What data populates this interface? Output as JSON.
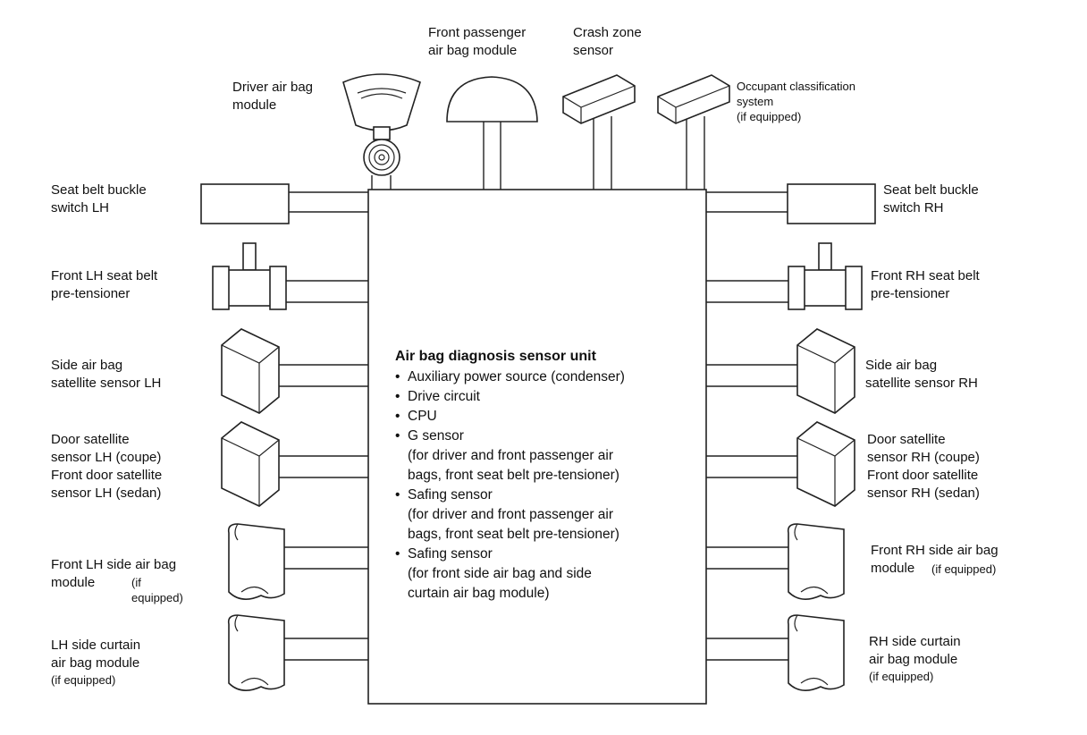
{
  "unit": {
    "title": "Air bag diagnosis sensor unit",
    "items": [
      {
        "text": "Auxiliary power source (condenser)",
        "sub": ""
      },
      {
        "text": "Drive circuit",
        "sub": ""
      },
      {
        "text": "CPU",
        "sub": ""
      },
      {
        "text": "G sensor",
        "sub": "(for driver and front passenger air\nbags, front seat belt pre-tensioner)"
      },
      {
        "text": "Safing sensor",
        "sub": "(for driver and front passenger air\nbags, front seat belt pre-tensioner)"
      },
      {
        "text": "Safing sensor",
        "sub": "(for front side air bag and side\ncurtain air bag module)"
      }
    ]
  },
  "top_components": {
    "driver": "Driver air bag\nmodule",
    "passenger": "Front passenger\nair bag module",
    "crash_zone": "Crash zone\nsensor",
    "occupant_main": "Occupant classification\nsystem",
    "occupant_note": "(if equipped)"
  },
  "left_components": {
    "buckle": "Seat belt buckle\nswitch LH",
    "pretensioner": "Front LH seat belt\npre-tensioner",
    "side_sensor": "Side air bag\nsatellite sensor LH",
    "door_sensor": "Door satellite\nsensor LH (coupe)\nFront door satellite\nsensor LH (sedan)",
    "side_bag_main": "Front LH side air bag\nmodule",
    "side_bag_note": "(if equipped)",
    "curtain_main": "LH side curtain\nair bag module",
    "curtain_note": "(if equipped)"
  },
  "right_components": {
    "buckle": "Seat belt buckle\nswitch RH",
    "pretensioner": "Front RH seat belt\npre-tensioner",
    "side_sensor": "Side air bag\nsatellite sensor RH",
    "door_sensor": "Door satellite\nsensor RH (coupe)\nFront door satellite\nsensor RH (sedan)",
    "side_bag_main": "Front RH side air bag\nmodule",
    "side_bag_note": "(if equipped)",
    "curtain_main": "RH side curtain\nair bag module",
    "curtain_note": "(if equipped)"
  },
  "colors": {
    "line": "#222222",
    "background": "#ffffff"
  }
}
